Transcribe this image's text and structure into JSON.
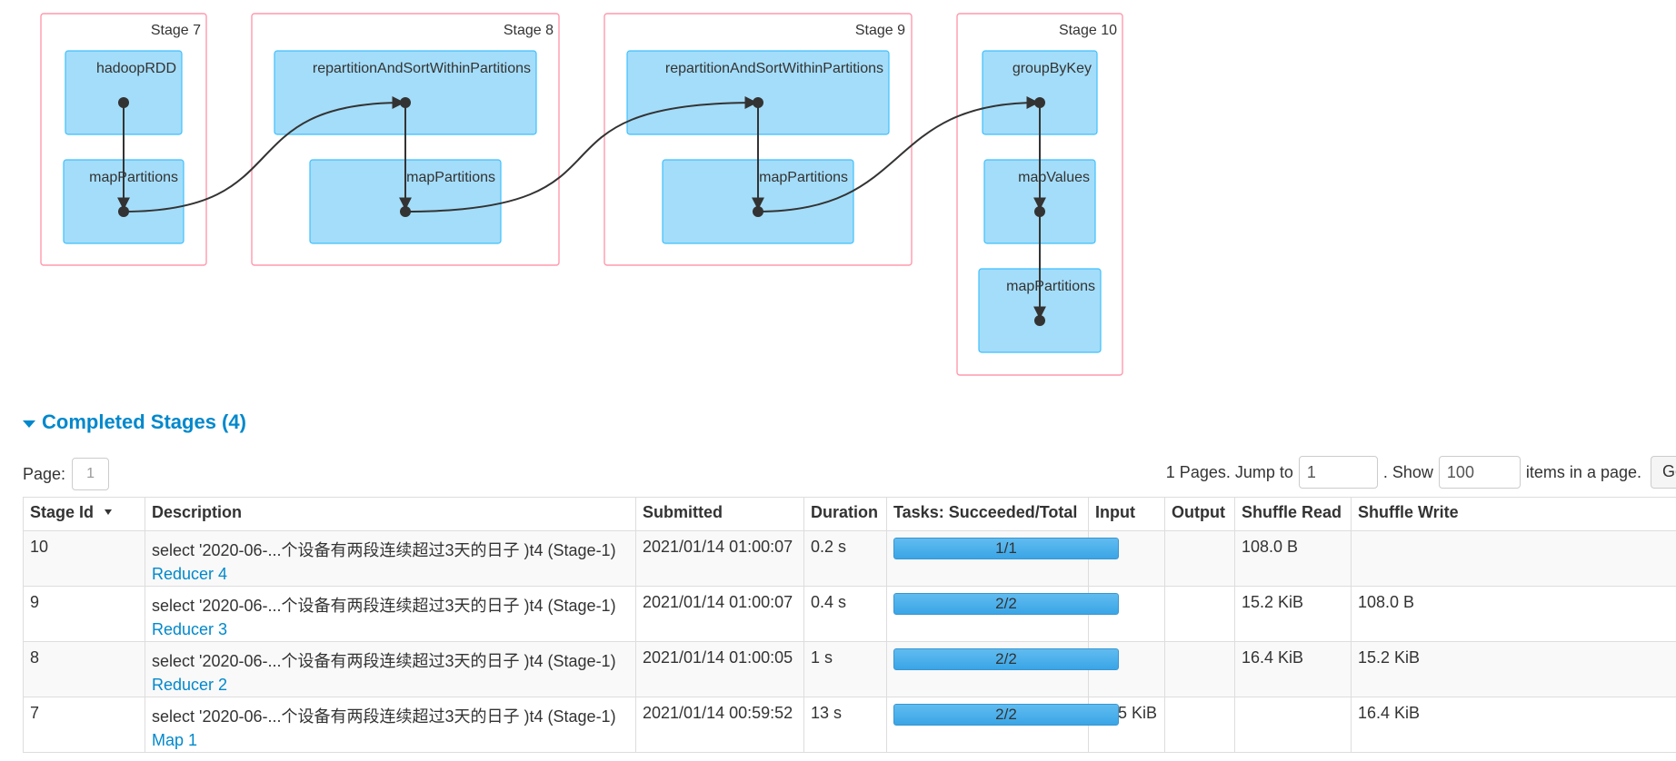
{
  "dag": {
    "stages": [
      {
        "label": "Stage 7",
        "nodes": [
          "hadoopRDD",
          "mapPartitions"
        ]
      },
      {
        "label": "Stage 8",
        "nodes": [
          "repartitionAndSortWithinPartitions",
          "mapPartitions"
        ]
      },
      {
        "label": "Stage 9",
        "nodes": [
          "repartitionAndSortWithinPartitions",
          "mapPartitions"
        ]
      },
      {
        "label": "Stage 10",
        "nodes": [
          "groupByKey",
          "mapValues",
          "mapPartitions"
        ]
      }
    ]
  },
  "section": {
    "title": "Completed Stages (4)"
  },
  "pagination": {
    "page_label": "Page:",
    "current_page": "1",
    "pages_text": "1 Pages. Jump to",
    "jump_value": "1",
    "show_text": ". Show",
    "show_value": "100",
    "items_text": "items in a page.",
    "go_label": "Go"
  },
  "table": {
    "headers": [
      "Stage Id",
      "Description",
      "Submitted",
      "Duration",
      "Tasks: Succeeded/Total",
      "Input",
      "Output",
      "Shuffle Read",
      "Shuffle Write"
    ],
    "rows": [
      {
        "id": "10",
        "desc": "select '2020-06-...个设备有两段连续超过3天的日子 )t4 (Stage-1)",
        "link": "Reducer 4",
        "submitted": "2021/01/14 01:00:07",
        "duration": "0.2 s",
        "tasks": "1/1",
        "progress": 1.0,
        "input": "",
        "output": "",
        "shuffle_read": "108.0 B",
        "shuffle_write": ""
      },
      {
        "id": "9",
        "desc": "select '2020-06-...个设备有两段连续超过3天的日子 )t4 (Stage-1)",
        "link": "Reducer 3",
        "submitted": "2021/01/14 01:00:07",
        "duration": "0.4 s",
        "tasks": "2/2",
        "progress": 1.0,
        "input": "",
        "output": "",
        "shuffle_read": "15.2 KiB",
        "shuffle_write": "108.0 B"
      },
      {
        "id": "8",
        "desc": "select '2020-06-...个设备有两段连续超过3天的日子 )t4 (Stage-1)",
        "link": "Reducer 2",
        "submitted": "2021/01/14 01:00:05",
        "duration": "1 s",
        "tasks": "2/2",
        "progress": 1.0,
        "input": "",
        "output": "",
        "shuffle_read": "16.4 KiB",
        "shuffle_write": "15.2 KiB"
      },
      {
        "id": "7",
        "desc": "select '2020-06-...个设备有两段连续超过3天的日子 )t4 (Stage-1)",
        "link": "Map 1",
        "submitted": "2021/01/14 00:59:52",
        "duration": "13 s",
        "tasks": "2/2",
        "progress": 1.0,
        "input": "32.5 KiB",
        "output": "",
        "shuffle_read": "",
        "shuffle_write": "16.4 KiB"
      }
    ]
  }
}
